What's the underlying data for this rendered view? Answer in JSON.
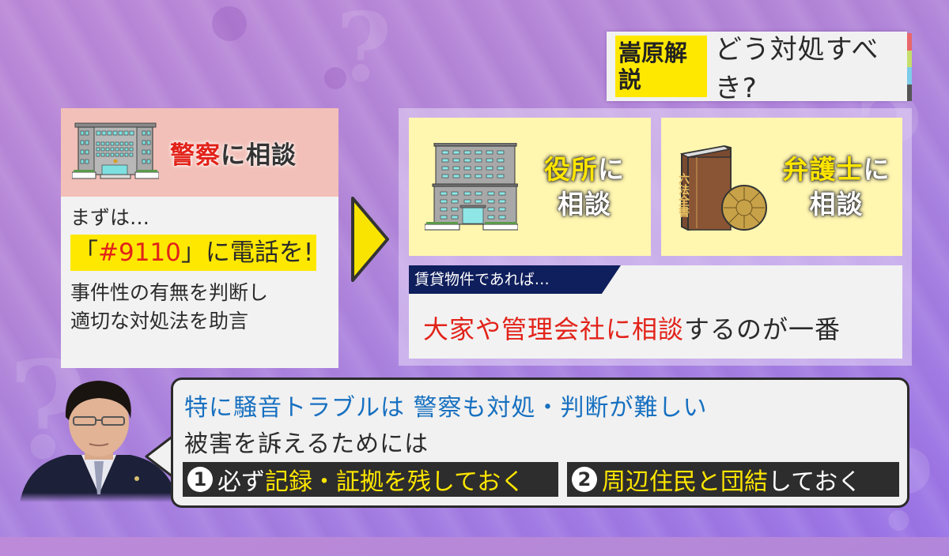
{
  "colors": {
    "accent_yellow": "#ffe800",
    "accent_red": "#e2231a",
    "accent_blue": "#1770c0",
    "navy_tag": "#0f1e5c",
    "card_yellow": "#fff6b0",
    "header_pink": "#f2c0b8",
    "title_stripes": [
      "#e8676a",
      "#c5de6b",
      "#7ccbe8",
      "#555555"
    ]
  },
  "title": {
    "tag": "嵩原解説",
    "text": "どう対処すべき?"
  },
  "left_panel": {
    "icon": "police-station-icon",
    "heading_red": "警察",
    "heading_rest": "に相談",
    "intro": "まずは…",
    "highlight_open": "「",
    "highlight_number": "#9110",
    "highlight_rest": "」に電話を!",
    "line1": "事件性の有無を判断し",
    "line2": "適切な対処法を助言"
  },
  "right_panel": {
    "card1": {
      "icon": "city-office-building-icon",
      "line1_yellow": "役所",
      "line1_rest": "に",
      "line2": "相談"
    },
    "card2": {
      "icon": "law-book-and-lawyer-badge-icon",
      "book_label": "六法全書",
      "line1_yellow": "弁護士",
      "line1_rest": "に",
      "line2": "相談"
    },
    "rent": {
      "tag": "賃貸物件であれば…",
      "main_red": "大家や管理会社に相談",
      "main_rest": "するのが一番"
    }
  },
  "bubble": {
    "line1": "特に騒音トラブルは 警察も対処・判断が難しい",
    "line2": "被害を訴えるためには",
    "point1": {
      "num": "1",
      "prefix": "必ず",
      "yellow": "記録・証拠を残しておく",
      "suffix": ""
    },
    "point2": {
      "num": "2",
      "prefix": "",
      "yellow": "周辺住民と団結",
      "suffix": "しておく"
    }
  },
  "person": {
    "description": "commentator-portrait"
  }
}
